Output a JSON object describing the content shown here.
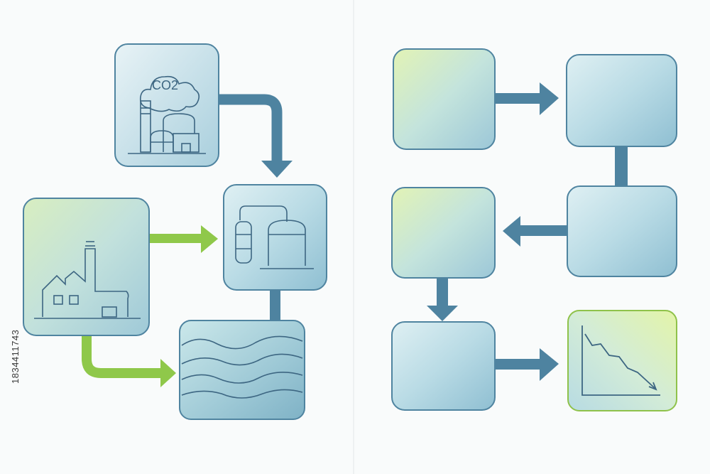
{
  "diagram": {
    "left_panel": {
      "emissions_box": {
        "label": "CO2",
        "icon": "co2-cloud-factory-icon"
      },
      "factory_box": {
        "icon": "factory-icon"
      },
      "storage_box": {
        "icon": "storage-tanks-icon"
      },
      "geology_box": {
        "icon": "wavy-strata-icon"
      }
    },
    "right_panel": {
      "boxes": 6,
      "chart_box": {
        "icon": "declining-line-chart-icon"
      }
    }
  },
  "watermark": {
    "stock_id": "1834411743"
  },
  "colors": {
    "arrow_blue": "#4a7f9c",
    "arrow_green": "#8cc63f",
    "box_border_blue": "#5b8fa8",
    "box_border_green": "#8fc24a",
    "box_fill_blue": "#c5e0e8",
    "box_fill_green": "#dcefb2",
    "icon_stroke": "#3b5f7a"
  }
}
